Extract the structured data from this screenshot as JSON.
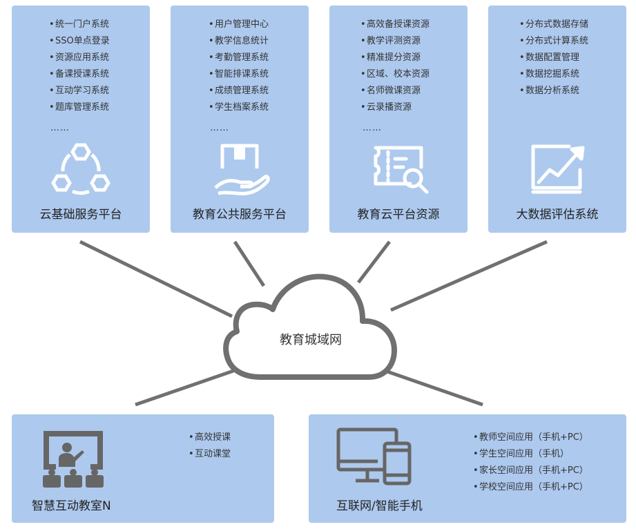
{
  "platforms": [
    {
      "title": "云基础服务平台",
      "icon": "hexagon-network-icon",
      "items": [
        "统一门户系统",
        "SSO单点登录",
        "资源应用系统",
        "备课授课系统",
        "互动学习系统",
        "题库管理系统"
      ],
      "more": "……"
    },
    {
      "title": "教育公共服务平台",
      "icon": "hand-holding-box-icon",
      "items": [
        "用户管理中心",
        "教学信息统计",
        "考勤管理系统",
        "智能排课系统",
        "成绩管理系统",
        "学生档案系统"
      ],
      "more": "……"
    },
    {
      "title": "教育云平台资源",
      "icon": "ticket-search-icon",
      "items": [
        "高效备授课资源",
        "教学评测资源",
        "精准提分资源",
        "区域、校本资源",
        "名师微课资源",
        "云录播资源"
      ],
      "more": "……"
    },
    {
      "title": "大数据评估系统",
      "icon": "trend-chart-icon",
      "items": [
        "分布式数据存储",
        "分布式计算系统",
        "数据配置管理",
        "数据挖掘系统",
        "数据分析系统"
      ]
    }
  ],
  "center": {
    "label": "教育城域网",
    "icon": "cloud-icon"
  },
  "terminals": [
    {
      "title": "智慧互动教室N",
      "icon": "classroom-teacher-icon",
      "items": [
        "高效授课",
        "互动课堂"
      ]
    },
    {
      "title": "互联网/智能手机",
      "icon": "monitor-phone-icon",
      "items": [
        "教师空间应用（手机+PC）",
        "学生空间应用（手机）",
        "家长空间应用（手机+PC）",
        "学校空间应用（手机+PC）"
      ]
    }
  ],
  "colors": {
    "card": "#adc9ee",
    "icon": "#ffffff",
    "lines": "#707070",
    "dark_icon": "#666666"
  }
}
